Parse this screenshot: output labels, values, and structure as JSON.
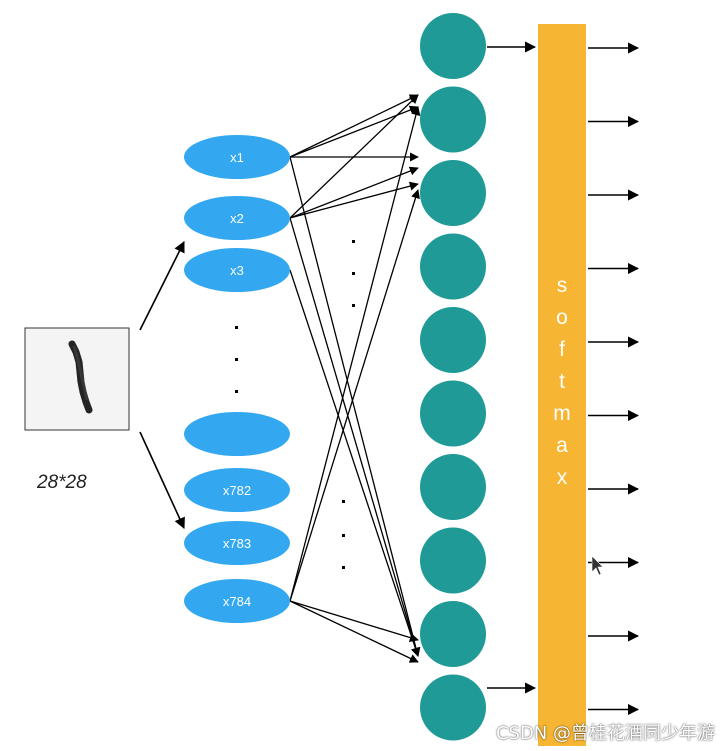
{
  "input_image": {
    "size_label": "28*28"
  },
  "input_nodes": [
    "x1",
    "x2",
    "x3",
    "",
    "x782",
    "x783",
    "x784"
  ],
  "output_node_count": 10,
  "softmax": {
    "letters": [
      "s",
      "o",
      "f",
      "t",
      "m",
      "a",
      "x"
    ]
  },
  "watermark": "CSDN @曾桂花酒同少年游",
  "colors": {
    "input_node": "#33a8f0",
    "output_node": "#1f9a96",
    "softmax_bar": "#f6b533",
    "arrow": "#000000",
    "text_on_node": "#ffffff"
  },
  "icons": {
    "cursor": "pointer-cursor-icon"
  }
}
